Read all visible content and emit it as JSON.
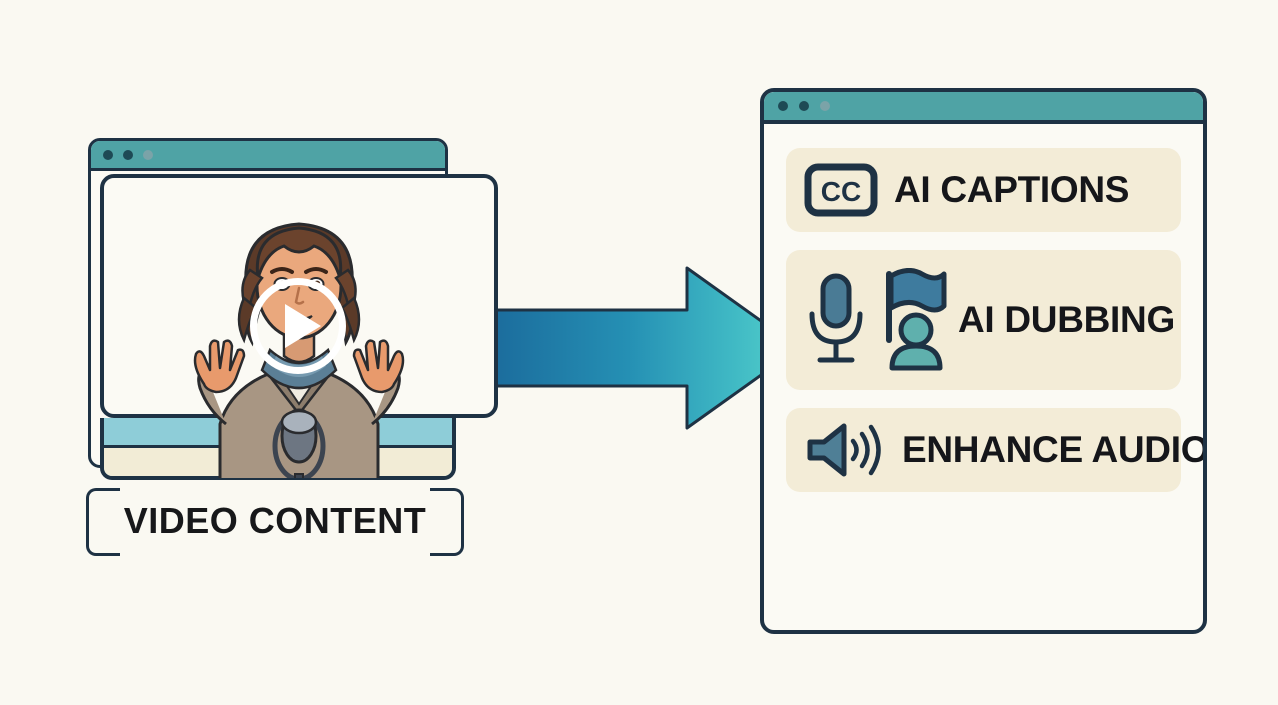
{
  "background_color": "#faf9f2",
  "accent_teal": "#4fa3a5",
  "outline_color": "#1e3244",
  "pill_color": "#f3ecd7",
  "left_panel": {
    "window_dots": [
      "dot-dark",
      "dot-dark",
      "dot-muted"
    ],
    "play_button_icon": "play-triangle-icon",
    "caption": "VIDEO CONTENT",
    "illustration": "presenter-with-microphone-illustration"
  },
  "arrow": {
    "direction": "right",
    "gradient_from": "#1f6f9e",
    "gradient_to": "#4fd0cd",
    "icon": "right-arrow-icon"
  },
  "right_panel": {
    "window_dots": [
      "dot-dark",
      "dot-dark",
      "dot-muted"
    ],
    "features": [
      {
        "id": "ai-captions",
        "label": "AI CAPTIONS",
        "icons": [
          "closed-caption-icon"
        ],
        "icon_text": "CC"
      },
      {
        "id": "ai-dubbing",
        "label": "AI DUBBING",
        "icons": [
          "microphone-icon",
          "person-with-flag-icon"
        ]
      },
      {
        "id": "enhance-audio",
        "label": "ENHANCE AUDIO",
        "icons": [
          "speaker-volume-icon"
        ]
      }
    ]
  }
}
